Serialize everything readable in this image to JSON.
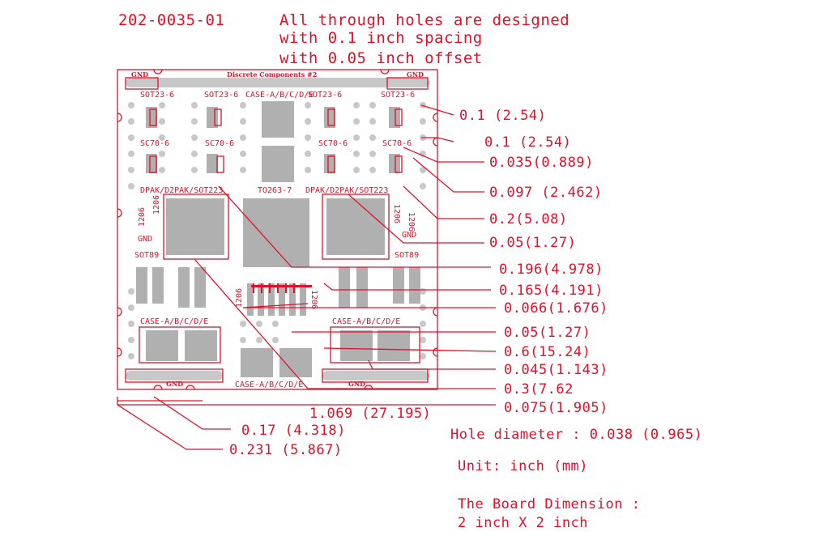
{
  "part_number": "202-0035-01",
  "notes": {
    "line1": "All through holes are designed",
    "line2": "with 0.1 inch spacing",
    "line3": "with 0.05 inch offset"
  },
  "board": {
    "title": "Discrete Components #2",
    "gnd": "GND",
    "labels": {
      "sot23_6": "SOT23-6",
      "sc70_6": "SC70-6",
      "case_abcde": "CASE-A/B/C/D/E",
      "dpak": "DPAK/D2PAK/SOT223",
      "to263": "TO263-7",
      "sot89": "SOT89",
      "r1206": "1206"
    }
  },
  "dimensions": {
    "d1": "0.1 (2.54)",
    "d2": "0.1 (2.54)",
    "d3": "0.035(0.889)",
    "d4": "0.097 (2.462)",
    "d5": "0.2(5.08)",
    "d6": "0.05(1.27)",
    "d7": "0.196(4.978)",
    "d8": "0.165(4.191)",
    "d9": "0.066(1.676)",
    "d10": "0.05(1.27)",
    "d11": "0.6(15.24)",
    "d12": "0.045(1.143)",
    "d13": "0.3(7.62",
    "d14": "0.075(1.905)",
    "d15": "1.069 (27.195)",
    "d16": "0.17 (4.318)",
    "d17": "0.231 (5.867)"
  },
  "specs": {
    "hole": "Hole diameter : 0.038 (0.965)",
    "unit": "Unit: inch (mm)",
    "dim_title": "The Board Dimension :",
    "dim_value": "2 inch X 2 inch"
  }
}
